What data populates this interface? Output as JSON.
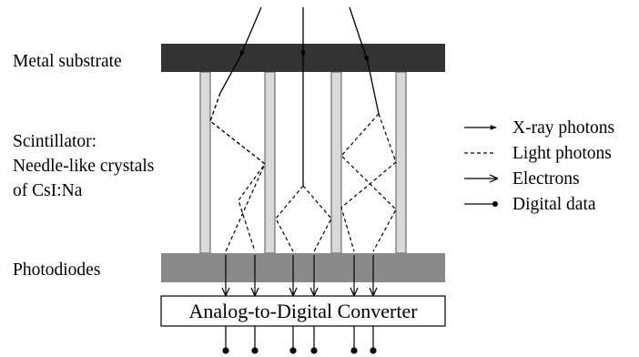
{
  "labels": {
    "metal_substrate": "Metal substrate",
    "scintillator_line1": "Scintillator:",
    "scintillator_line2": "Needle-like crystals",
    "scintillator_line3": "of CsI:Na",
    "photodiodes": "Photodiodes"
  },
  "converter": {
    "label": "Analog-to-Digital Converter"
  },
  "legend": {
    "items": [
      {
        "key": "xray",
        "label": "X-ray photons",
        "style": "filled-arrow"
      },
      {
        "key": "light",
        "label": "Light photons",
        "style": "dashed"
      },
      {
        "key": "electrons",
        "label": "Electrons",
        "style": "open-arrow"
      },
      {
        "key": "digital",
        "label": "Digital data",
        "style": "line-dot"
      }
    ]
  },
  "colors": {
    "substrate": "#333333",
    "photodiodes": "#8a8a8a",
    "crystal_fill": "#d9d9d9",
    "crystal_stroke": "#555555",
    "line": "#000000"
  }
}
